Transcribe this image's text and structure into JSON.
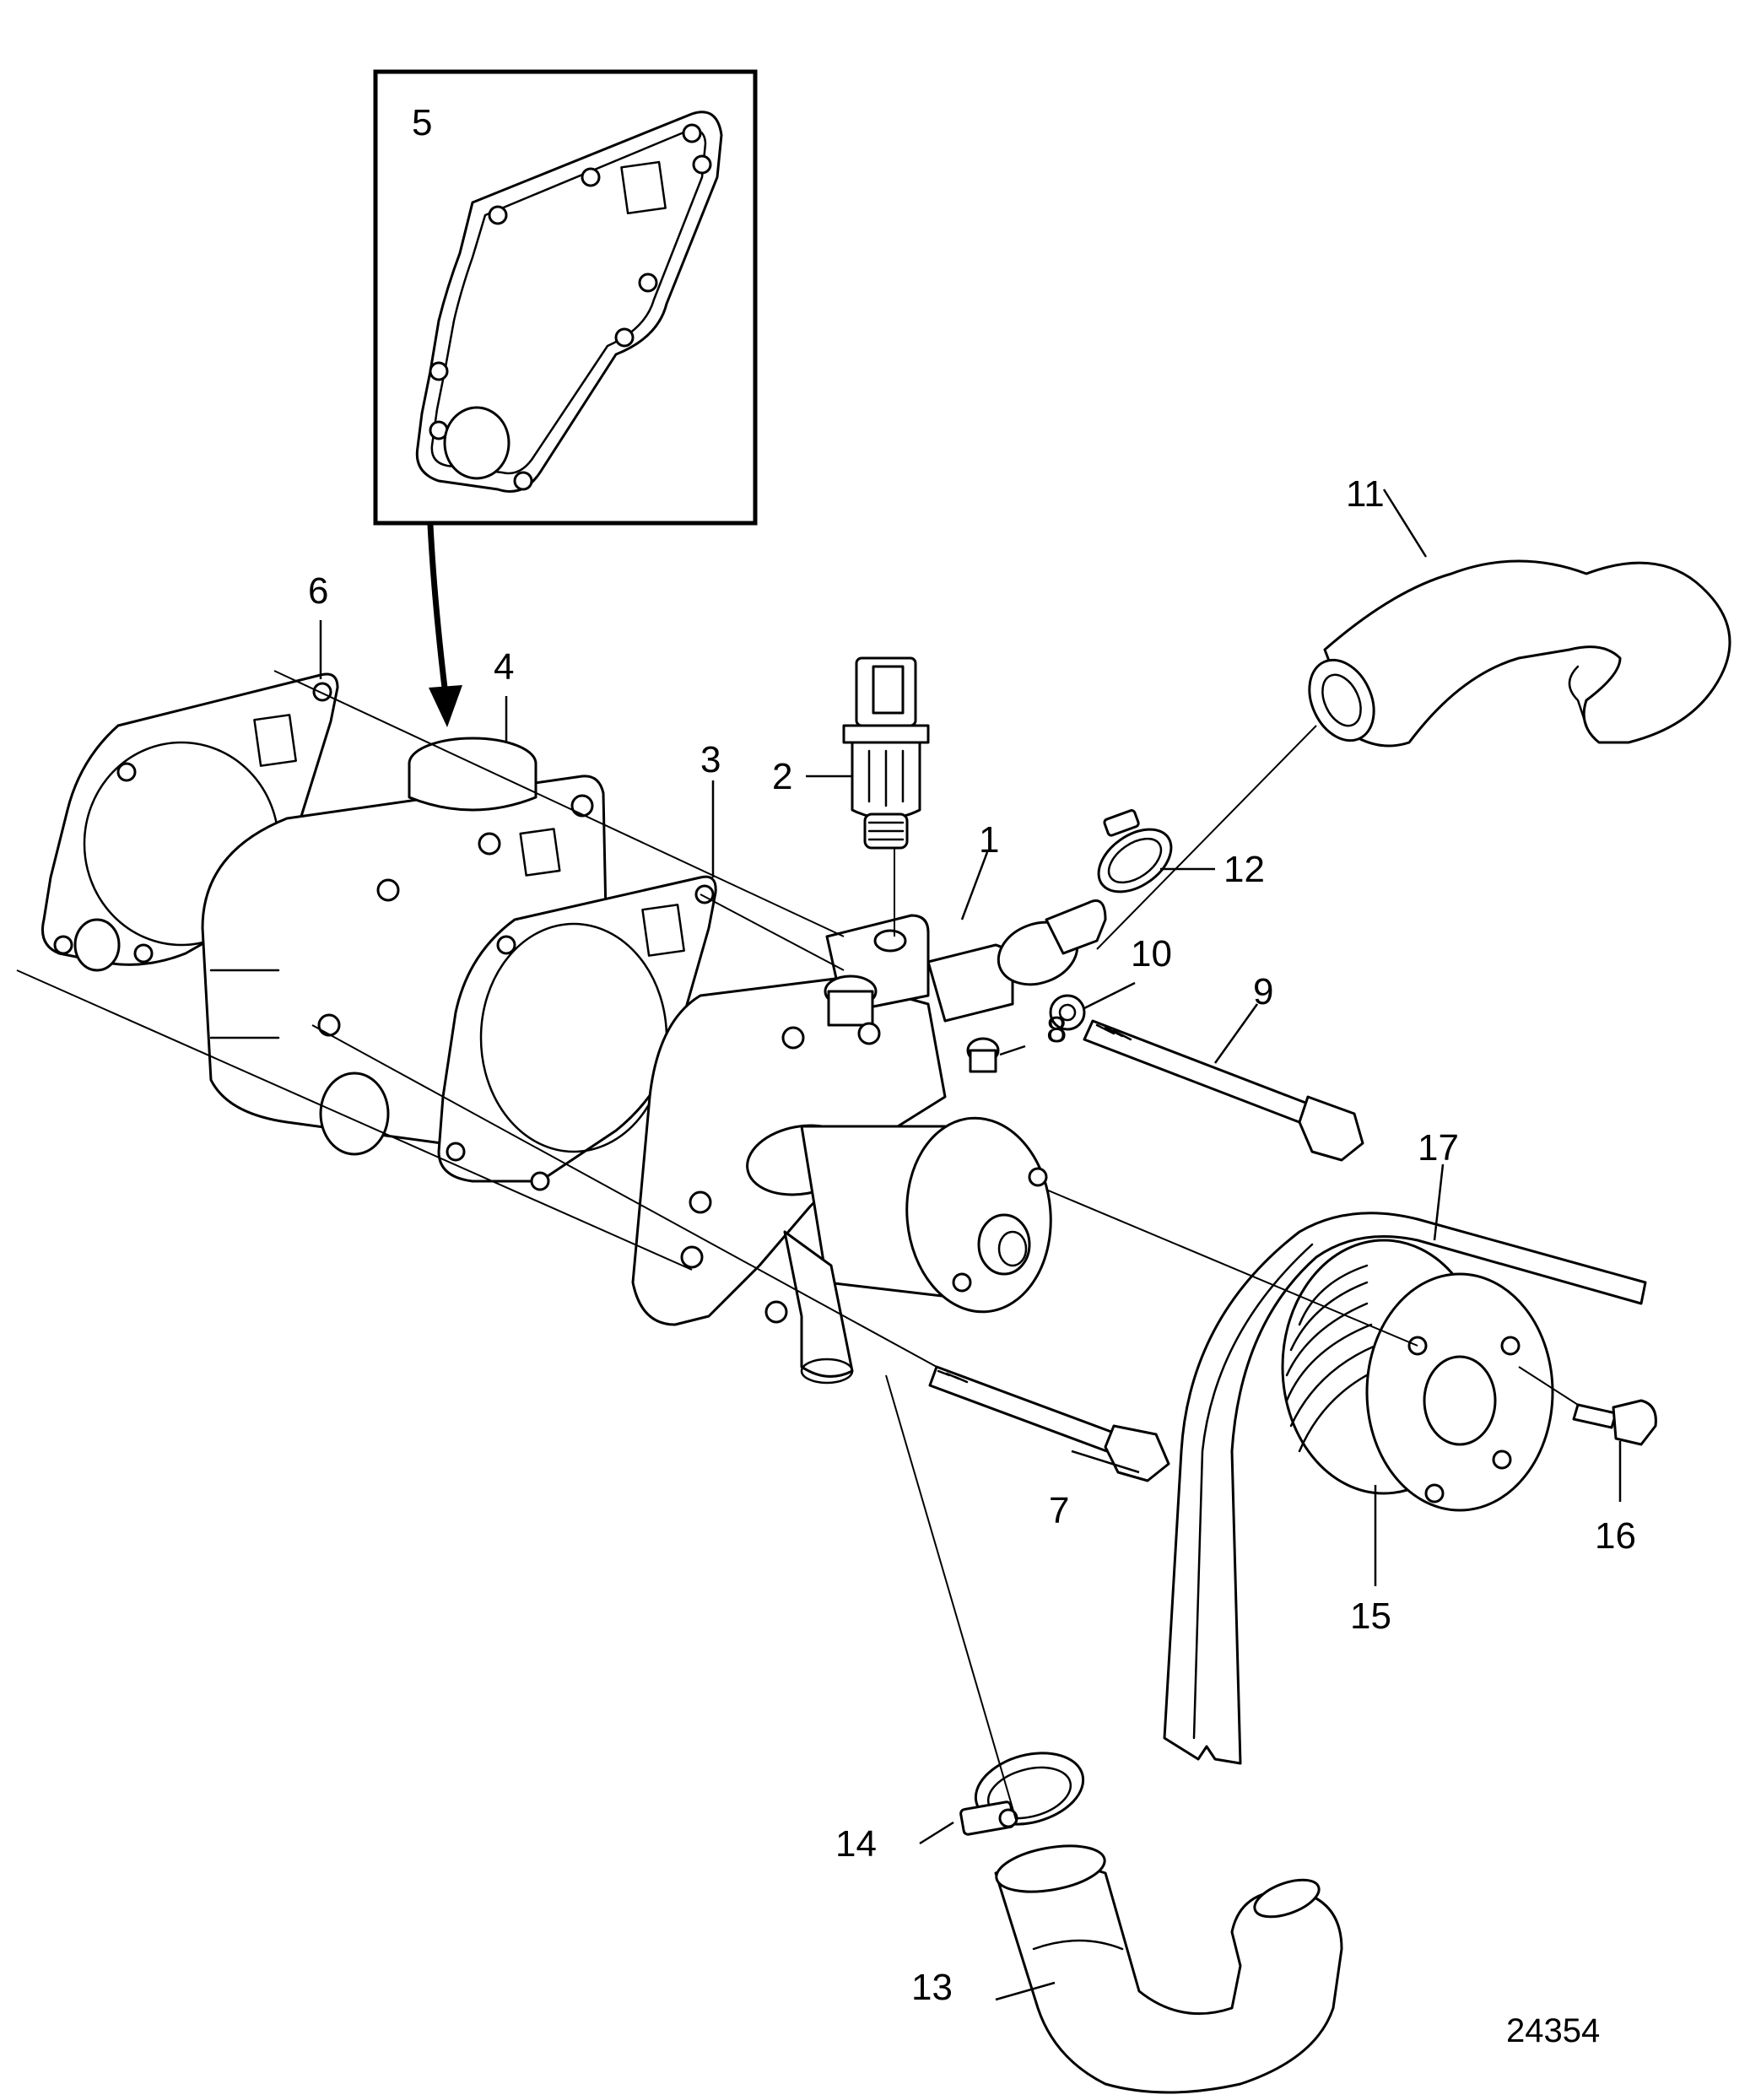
{
  "diagram": {
    "reference_number": "24354",
    "callouts": [
      "1",
      "2",
      "3",
      "4",
      "5",
      "6",
      "7",
      "8",
      "9",
      "10",
      "11",
      "12",
      "13",
      "14",
      "15",
      "16",
      "17"
    ]
  }
}
